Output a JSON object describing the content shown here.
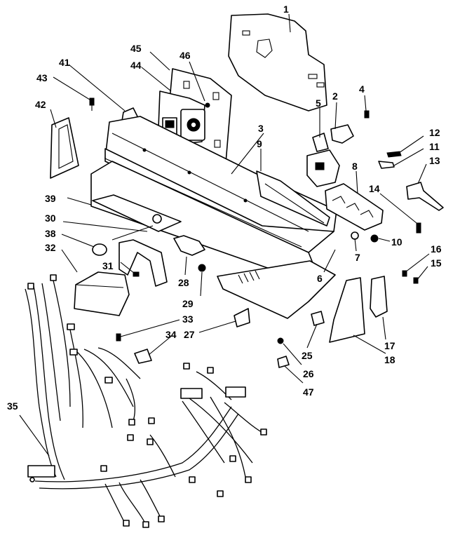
{
  "callouts": [
    {
      "id": "1",
      "text": "1"
    },
    {
      "id": "2",
      "text": "2"
    },
    {
      "id": "3",
      "text": "3"
    },
    {
      "id": "4",
      "text": "4"
    },
    {
      "id": "5",
      "text": "5"
    },
    {
      "id": "6",
      "text": "6"
    },
    {
      "id": "7",
      "text": "7"
    },
    {
      "id": "8",
      "text": "8"
    },
    {
      "id": "9",
      "text": "9"
    },
    {
      "id": "10",
      "text": "10"
    },
    {
      "id": "11",
      "text": "11"
    },
    {
      "id": "12",
      "text": "12"
    },
    {
      "id": "13",
      "text": "13"
    },
    {
      "id": "14",
      "text": "14"
    },
    {
      "id": "15",
      "text": "15"
    },
    {
      "id": "16",
      "text": "16"
    },
    {
      "id": "17",
      "text": "17"
    },
    {
      "id": "18",
      "text": "18"
    },
    {
      "id": "25",
      "text": "25"
    },
    {
      "id": "26",
      "text": "26"
    },
    {
      "id": "27",
      "text": "27"
    },
    {
      "id": "28",
      "text": "28"
    },
    {
      "id": "29",
      "text": "29"
    },
    {
      "id": "30",
      "text": "30"
    },
    {
      "id": "31",
      "text": "31"
    },
    {
      "id": "32",
      "text": "32"
    },
    {
      "id": "33",
      "text": "33"
    },
    {
      "id": "34",
      "text": "34"
    },
    {
      "id": "35",
      "text": "35"
    },
    {
      "id": "38",
      "text": "38"
    },
    {
      "id": "39",
      "text": "39"
    },
    {
      "id": "41",
      "text": "41"
    },
    {
      "id": "42",
      "text": "42"
    },
    {
      "id": "43",
      "text": "43"
    },
    {
      "id": "44",
      "text": "44"
    },
    {
      "id": "45",
      "text": "45"
    },
    {
      "id": "46",
      "text": "46"
    },
    {
      "id": "47",
      "text": "47"
    }
  ]
}
